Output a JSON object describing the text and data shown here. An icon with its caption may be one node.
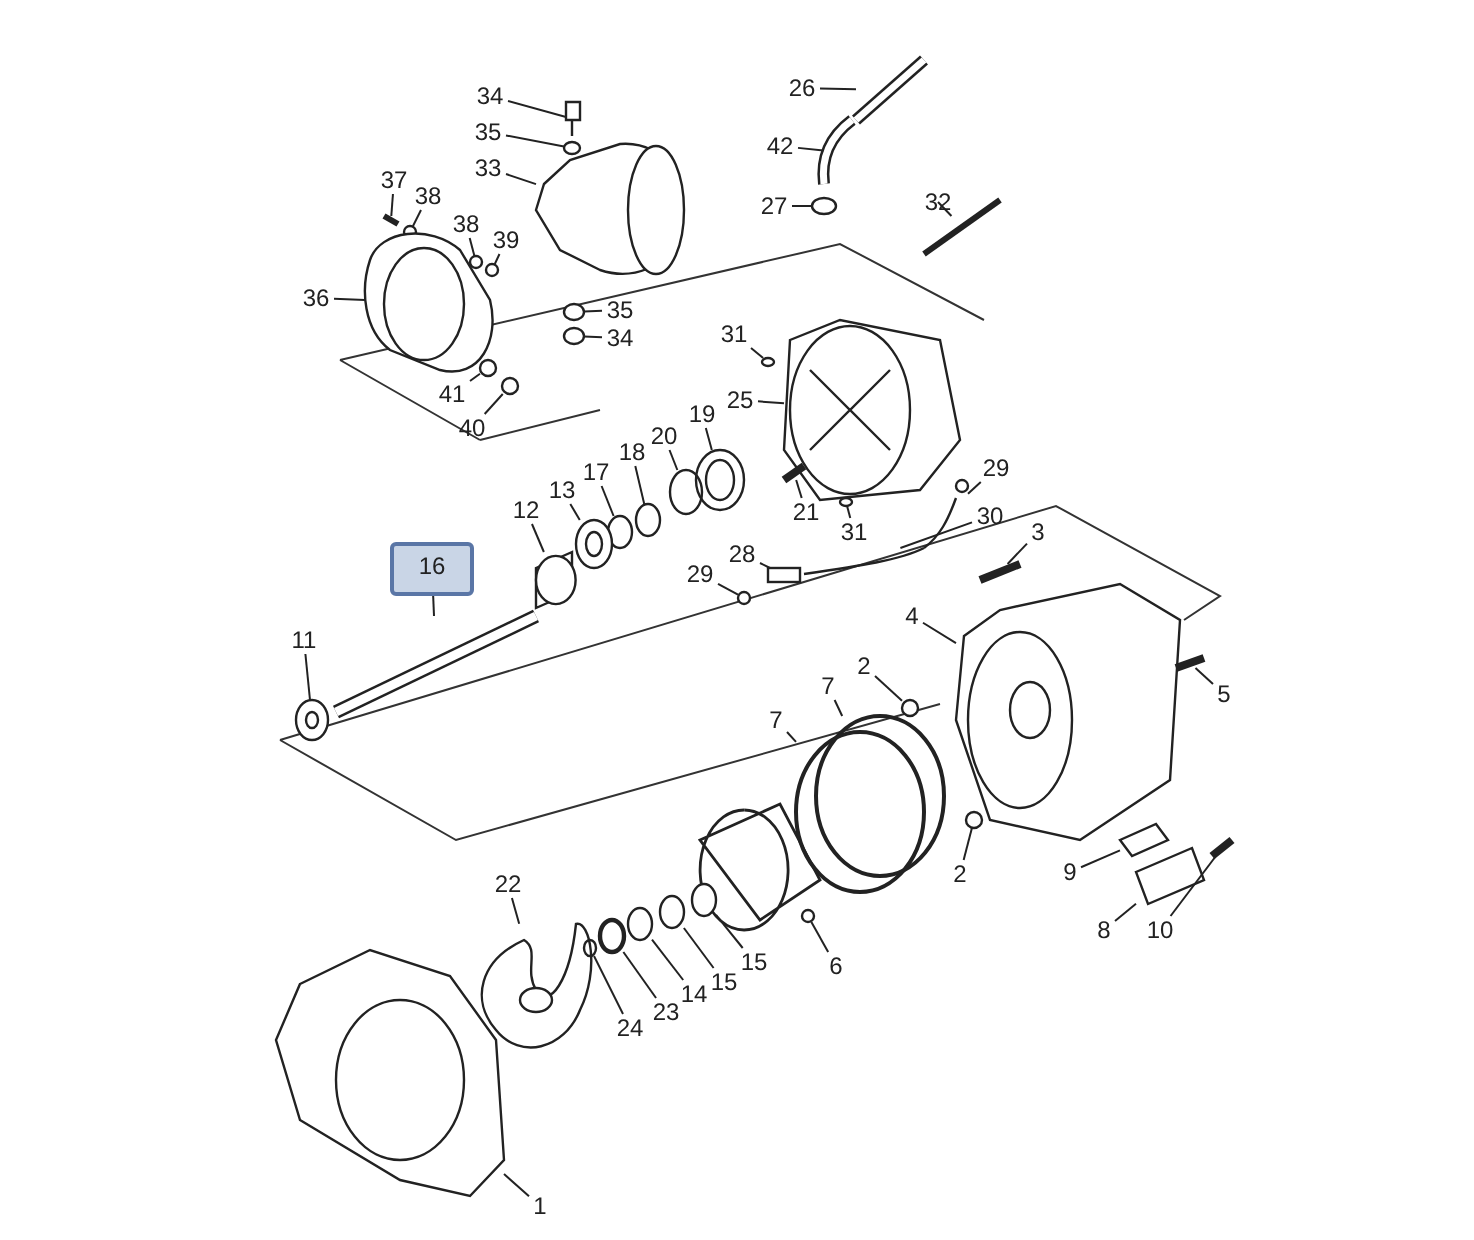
{
  "diagram": {
    "nodes": [
      {
        "text": [
          "34"
        ]
      },
      {
        "text": [
          "35"
        ]
      },
      {
        "text": [
          "33"
        ]
      },
      {
        "text": [
          "26"
        ]
      },
      {
        "text": [
          "42"
        ]
      },
      {
        "text": [
          "27"
        ]
      },
      {
        "text": [
          "32"
        ]
      },
      {
        "text": [
          "37"
        ]
      },
      {
        "text": [
          "38"
        ]
      },
      {
        "text": [
          "38"
        ]
      },
      {
        "text": [
          "39"
        ]
      },
      {
        "text": [
          "36"
        ]
      },
      {
        "text": [
          "35"
        ]
      },
      {
        "text": [
          "34"
        ]
      },
      {
        "text": [
          "31"
        ]
      },
      {
        "text": [
          "25"
        ]
      },
      {
        "text": [
          "41"
        ]
      },
      {
        "text": [
          "40"
        ]
      },
      {
        "text": [
          "19"
        ]
      },
      {
        "text": [
          "20"
        ]
      },
      {
        "text": [
          "18"
        ]
      },
      {
        "text": [
          "17"
        ]
      },
      {
        "text": [
          "13"
        ]
      },
      {
        "text": [
          "12"
        ]
      },
      {
        "text": [
          "21"
        ]
      },
      {
        "text": [
          "31"
        ]
      },
      {
        "text": [
          "29"
        ]
      },
      {
        "text": [
          "30"
        ]
      },
      {
        "text": [
          "28"
        ]
      },
      {
        "text": [
          "29"
        ]
      },
      {
        "text": [
          "3"
        ]
      },
      {
        "text": [
          "16"
        ]
      },
      {
        "text": [
          "11"
        ]
      },
      {
        "text": [
          "4"
        ]
      },
      {
        "text": [
          "5"
        ]
      },
      {
        "text": [
          "2"
        ]
      },
      {
        "text": [
          "7"
        ]
      },
      {
        "text": [
          "7"
        ]
      },
      {
        "text": [
          "9"
        ]
      },
      {
        "text": [
          "8"
        ]
      },
      {
        "text": [
          "10"
        ]
      },
      {
        "text": [
          "2"
        ]
      },
      {
        "text": [
          "22"
        ]
      },
      {
        "text": [
          "6"
        ]
      },
      {
        "text": [
          "15"
        ]
      },
      {
        "text": [
          "15"
        ]
      },
      {
        "text": [
          "14"
        ]
      },
      {
        "text": [
          "23"
        ]
      },
      {
        "text": [
          "24"
        ]
      },
      {
        "text": [
          "1"
        ]
      },
      {
        "text": [],
        "shape": "picture"
      },
      {
        "text": [],
        "shape": "circle"
      },
      {
        "text": [],
        "shape": "picture"
      },
      {
        "text": [],
        "shape": "picture"
      },
      {
        "text": [],
        "shape": "picture"
      },
      {
        "text": [],
        "shape": "circle"
      },
      {
        "text": [],
        "shape": "bar"
      },
      {
        "text": [],
        "shape": "bar"
      },
      {
        "text": [],
        "shape": "circle"
      },
      {
        "text": [],
        "shape": "circle"
      },
      {
        "text": [],
        "shape": "circle"
      },
      {
        "text": [],
        "shape": "picture"
      },
      {
        "text": [],
        "shape": "circle"
      },
      {
        "text": [],
        "shape": "circle"
      },
      {
        "text": [],
        "shape": "circle"
      },
      {
        "text": [],
        "shape": "picture"
      },
      {
        "text": [],
        "shape": "circle"
      },
      {
        "text": [],
        "shape": "circle"
      },
      {
        "text": [],
        "shape": "picture"
      },
      {
        "text": [],
        "shape": "circle"
      },
      {
        "text": [],
        "shape": "circle"
      },
      {
        "text": [],
        "shape": "circle"
      },
      {
        "text": [],
        "shape": "picture"
      },
      {
        "text": [],
        "shape": "cylinder"
      },
      {
        "text": [],
        "shape": "bar"
      },
      {
        "text": [],
        "shape": "circle"
      },
      {
        "text": [],
        "shape": "picture"
      },
      {
        "text": [],
        "shape": "picture"
      },
      {
        "text": [],
        "shape": "box"
      },
      {
        "text": [],
        "shape": "circle"
      },
      {
        "text": [],
        "shape": "bar"
      },
      {
        "text": [],
        "shape": "picture"
      },
      {
        "text": [],
        "shape": "picture"
      },
      {
        "text": [],
        "shape": "picture"
      },
      {
        "text": [],
        "shape": "bar"
      },
      {
        "text": [],
        "shape": "circle"
      },
      {
        "text": [],
        "shape": "circle"
      },
      {
        "text": [],
        "shape": "circle"
      },
      {
        "text": [],
        "shape": "box"
      },
      {
        "text": [],
        "shape": "box"
      },
      {
        "text": [],
        "shape": "bar"
      },
      {
        "text": [],
        "shape": "circle"
      },
      {
        "text": [],
        "shape": "picture"
      },
      {
        "text": [],
        "shape": "circle"
      },
      {
        "text": [],
        "shape": "circle"
      },
      {
        "text": [],
        "shape": "circle"
      },
      {
        "text": [],
        "shape": "circle"
      },
      {
        "text": [],
        "shape": "circle"
      },
      {
        "text": [],
        "shape": "circle"
      },
      {
        "text": [],
        "shape": "picture"
      }
    ],
    "edges": [
      {
        "from": 0,
        "to": 50,
        "arrow": "none"
      },
      {
        "from": 1,
        "to": 51,
        "arrow": "none"
      },
      {
        "from": 2,
        "to": 52,
        "arrow": "none"
      },
      {
        "from": 3,
        "to": 53,
        "arrow": "none"
      },
      {
        "from": 4,
        "to": 54,
        "arrow": "none"
      },
      {
        "from": 5,
        "to": 55,
        "arrow": "none"
      },
      {
        "from": 6,
        "to": 56,
        "arrow": "none"
      },
      {
        "from": 7,
        "to": 57,
        "arrow": "none"
      },
      {
        "from": 8,
        "to": 58,
        "arrow": "none"
      },
      {
        "from": 9,
        "to": 59,
        "arrow": "none"
      },
      {
        "from": 10,
        "to": 60,
        "arrow": "none"
      },
      {
        "from": 11,
        "to": 61,
        "arrow": "none"
      },
      {
        "from": 12,
        "to": 62,
        "arrow": "none"
      },
      {
        "from": 13,
        "to": 63,
        "arrow": "none"
      },
      {
        "from": 14,
        "to": 64,
        "arrow": "none"
      },
      {
        "from": 15,
        "to": 65,
        "arrow": "none"
      },
      {
        "from": 16,
        "to": 66,
        "arrow": "none"
      },
      {
        "from": 17,
        "to": 67,
        "arrow": "none"
      },
      {
        "from": 18,
        "to": 68,
        "arrow": "none"
      },
      {
        "from": 19,
        "to": 69,
        "arrow": "none"
      },
      {
        "from": 20,
        "to": 70,
        "arrow": "none"
      },
      {
        "from": 21,
        "to": 71,
        "arrow": "none"
      },
      {
        "from": 22,
        "to": 72,
        "arrow": "none"
      },
      {
        "from": 23,
        "to": 73,
        "arrow": "none"
      },
      {
        "from": 24,
        "to": 74,
        "arrow": "none"
      },
      {
        "from": 25,
        "to": 75,
        "arrow": "none"
      },
      {
        "from": 26,
        "to": 76,
        "arrow": "none"
      },
      {
        "from": 27,
        "to": 77,
        "arrow": "none"
      },
      {
        "from": 28,
        "to": 78,
        "arrow": "none"
      },
      {
        "from": 29,
        "to": 79,
        "arrow": "none"
      },
      {
        "from": 30,
        "to": 80,
        "arrow": "none"
      },
      {
        "from": 31,
        "to": 81,
        "arrow": "none"
      },
      {
        "from": 32,
        "to": 82,
        "arrow": "none"
      },
      {
        "from": 33,
        "to": 83,
        "arrow": "none"
      },
      {
        "from": 34,
        "to": 84,
        "arrow": "none"
      },
      {
        "from": 35,
        "to": 85,
        "arrow": "none"
      },
      {
        "from": 36,
        "to": 86,
        "arrow": "none"
      },
      {
        "from": 37,
        "to": 87,
        "arrow": "none"
      },
      {
        "from": 38,
        "to": 88,
        "arrow": "none"
      },
      {
        "from": 39,
        "to": 89,
        "arrow": "none"
      },
      {
        "from": 40,
        "to": 90,
        "arrow": "none"
      },
      {
        "from": 41,
        "to": 91,
        "arrow": "none"
      },
      {
        "from": 42,
        "to": 92,
        "arrow": "none"
      },
      {
        "from": 43,
        "to": 93,
        "arrow": "none"
      },
      {
        "from": 44,
        "to": 94,
        "arrow": "none"
      },
      {
        "from": 45,
        "to": 95,
        "arrow": "none"
      },
      {
        "from": 46,
        "to": 96,
        "arrow": "none"
      },
      {
        "from": 47,
        "to": 97,
        "arrow": "none"
      },
      {
        "from": 48,
        "to": 98,
        "arrow": "none"
      },
      {
        "from": 49,
        "to": 99,
        "arrow": "none"
      }
    ]
  }
}
